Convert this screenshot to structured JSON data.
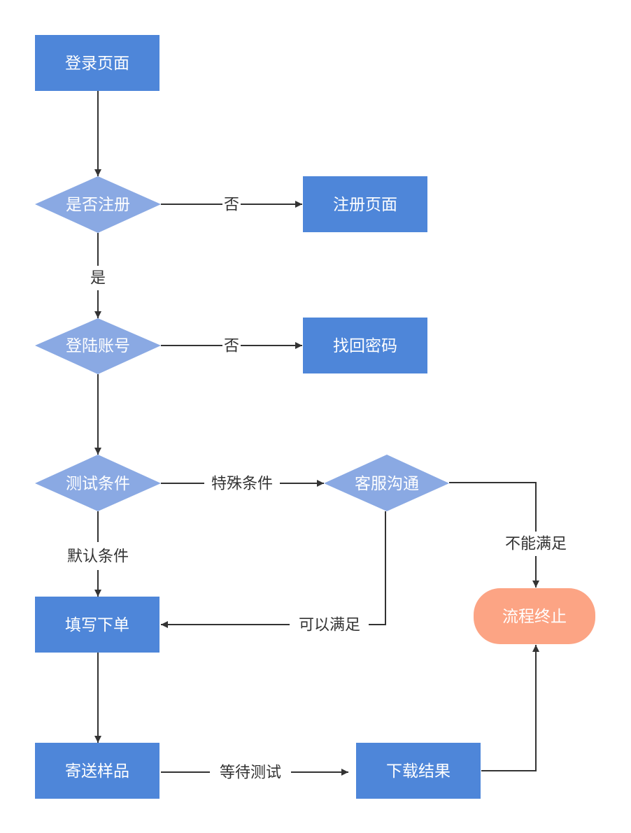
{
  "colors": {
    "process": "#4e86d9",
    "decision": "#8aa9e3",
    "terminal": "#fca484",
    "edge": "#333333",
    "node_text": "#ffffff",
    "label_text": "#333333"
  },
  "nodes": {
    "login_page": "登录页面",
    "is_registered": "是否注册",
    "register_page": "注册页面",
    "login_account": "登陆账号",
    "recover_password": "找回密码",
    "test_conditions": "测试条件",
    "customer_service": "客服沟通",
    "fill_order": "填写下单",
    "process_end": "流程终止",
    "send_samples": "寄送样品",
    "download_results": "下载结果"
  },
  "edges": {
    "not_registered": "否",
    "registered": "是",
    "login_failed": "否",
    "special_conditions": "特殊条件",
    "default_conditions": "默认条件",
    "cannot_satisfy": "不能满足",
    "can_satisfy": "可以满足",
    "wait_for_test": "等待测试"
  }
}
